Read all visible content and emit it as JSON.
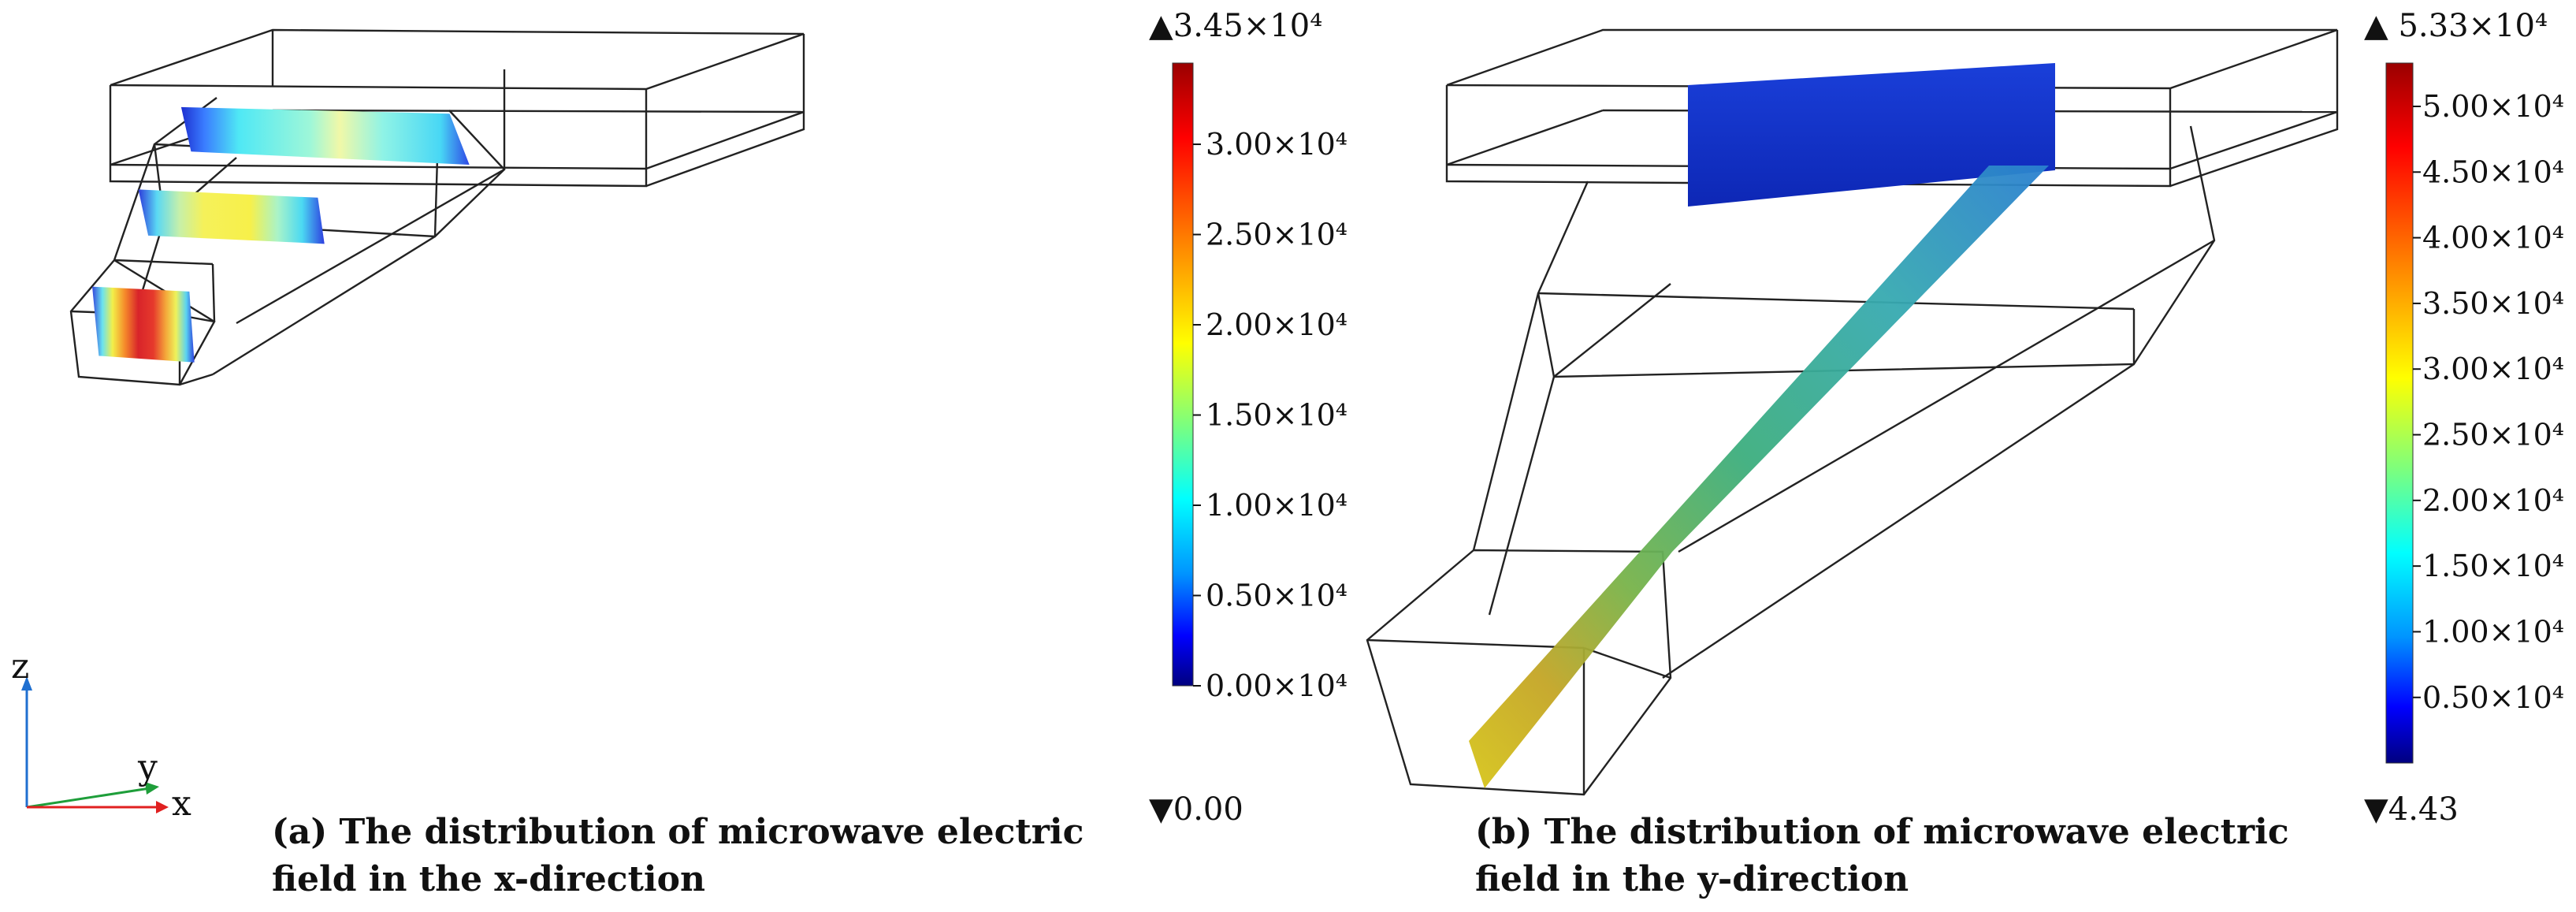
{
  "axes": {
    "z": "z",
    "y": "y",
    "x": "x"
  },
  "panel_a": {
    "caption_line1": "(a)  The distribution of microwave electric",
    "caption_line2": "field in the x-direction",
    "scale_max": "▲3.45×10⁴",
    "scale_min": "▼0.00",
    "ticks": [
      "3.00×10⁴",
      "2.50×10⁴",
      "2.00×10⁴",
      "1.50×10⁴",
      "1.00×10⁴",
      "0.50×10⁴",
      "0.00×10⁴"
    ],
    "tick_values": [
      30000,
      25000,
      20000,
      15000,
      10000,
      5000,
      0
    ],
    "range": [
      0,
      34500
    ]
  },
  "panel_b": {
    "caption_line1": "(b) The distribution of microwave electric",
    "caption_line2": "field in the y-direction",
    "scale_max": "▲ 5.33×10⁴",
    "scale_min": "▼4.43",
    "ticks": [
      "5.00×10⁴",
      "4.50×10⁴",
      "4.00×10⁴",
      "3.50×10⁴",
      "3.00×10⁴",
      "2.50×10⁴",
      "2.00×10⁴",
      "1.50×10⁴",
      "1.00×10⁴",
      "0.50×10⁴"
    ],
    "tick_values": [
      50000,
      45000,
      40000,
      35000,
      30000,
      25000,
      20000,
      15000,
      10000,
      5000
    ],
    "range": [
      4.43,
      53300
    ]
  },
  "colors": {
    "jet": [
      "#00007f",
      "#0000ff",
      "#00a0ff",
      "#00ffff",
      "#80ff80",
      "#ffff00",
      "#ff8000",
      "#ff0000",
      "#7f0000"
    ],
    "axis_z": "#1f6fd0",
    "axis_y": "#1e9e3a",
    "axis_x": "#e02020"
  }
}
